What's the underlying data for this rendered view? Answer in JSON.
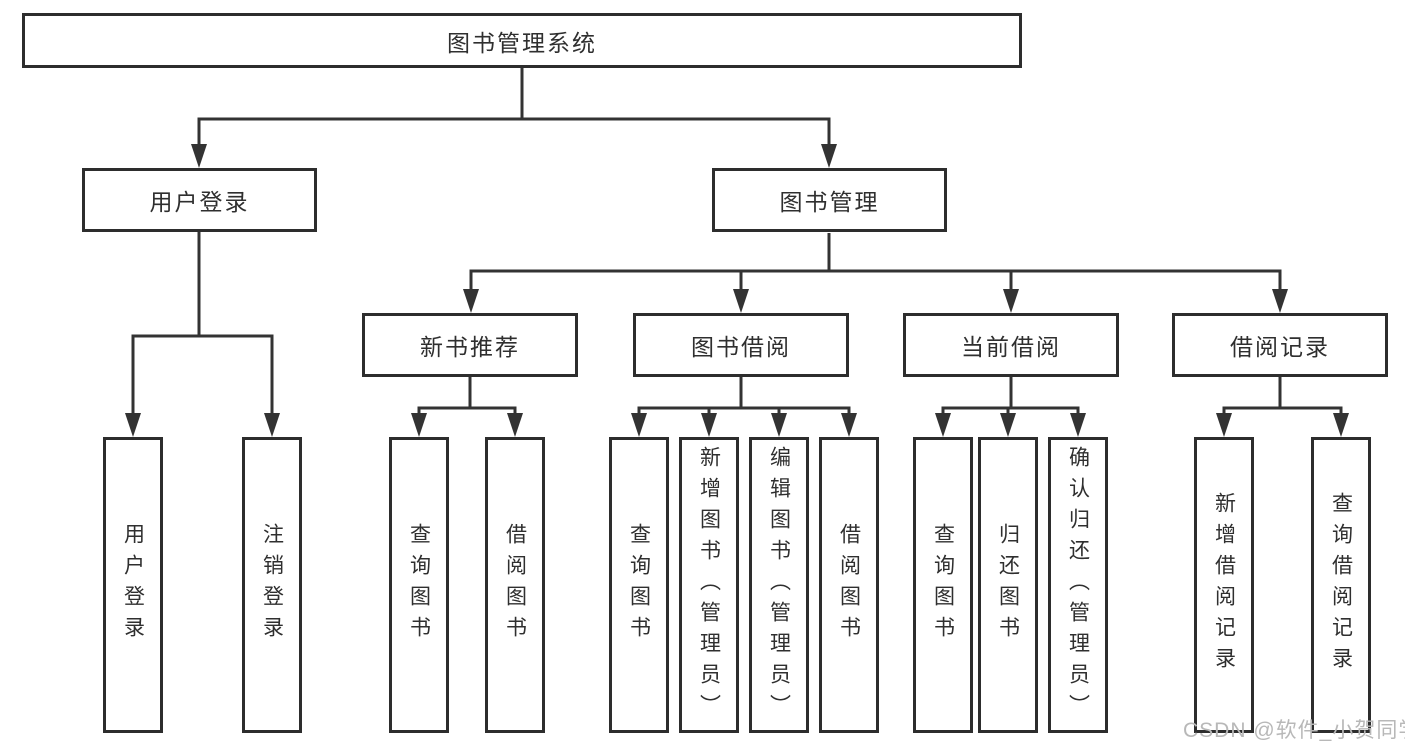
{
  "tree": {
    "label": "图书管理系统",
    "children": [
      {
        "label": "用户登录",
        "children": [
          {
            "label": "用户登录"
          },
          {
            "label": "注销登录"
          }
        ]
      },
      {
        "label": "图书管理",
        "children": [
          {
            "label": "新书推荐",
            "children": [
              {
                "label": "查询图书"
              },
              {
                "label": "借阅图书"
              }
            ]
          },
          {
            "label": "图书借阅",
            "children": [
              {
                "label": "查询图书"
              },
              {
                "label": "新增图书（管理员）"
              },
              {
                "label": "编辑图书（管理员）"
              },
              {
                "label": "借阅图书"
              }
            ]
          },
          {
            "label": "当前借阅",
            "children": [
              {
                "label": "查询图书"
              },
              {
                "label": "归还图书"
              },
              {
                "label": "确认归还（管理员）"
              }
            ]
          },
          {
            "label": "借阅记录",
            "children": [
              {
                "label": "新增借阅记录"
              },
              {
                "label": "查询借阅记录"
              }
            ]
          }
        ]
      }
    ]
  },
  "watermark": {
    "text": "CSDN @软件_小贺同学"
  },
  "colors": {
    "line": "#333333",
    "box_border": "#2d2d2d",
    "box_bg": "#ffffff",
    "text": "#2f2f2f",
    "watermark": "#b8b8b8",
    "background": "#ffffff"
  }
}
